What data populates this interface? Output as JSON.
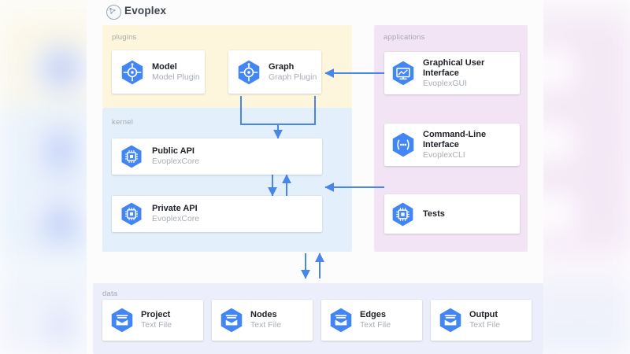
{
  "brand": {
    "name": "Evoplex",
    "logo_icon": "evoplex-node-graph-logo"
  },
  "palette": {
    "accent_blue": "#4285f4",
    "arrow_blue": "#4a86e8",
    "plugins_bg": "#fdf6dd",
    "kernel_bg": "#e3f0fb",
    "applications_bg": "#f2e4f5",
    "data_bg": "#eceffb",
    "card_bg": "#ffffff",
    "title_text": "#20232a",
    "subtitle_text": "#a9aeb6",
    "region_label_text": "#a6a9ad"
  },
  "regions": {
    "plugins": {
      "label": "plugins",
      "cards": [
        {
          "title": "Model",
          "subtitle": "Model Plugin",
          "icon": "compass-target-icon",
          "stacked": true
        },
        {
          "title": "Graph",
          "subtitle": "Graph Plugin",
          "icon": "compass-target-icon",
          "stacked": true
        }
      ]
    },
    "kernel": {
      "label": "kernel",
      "cards": [
        {
          "title": "Public API",
          "subtitle": "EvoplexCore",
          "icon": "cpu-chip-icon",
          "stacked": false
        },
        {
          "title": "Private API",
          "subtitle": "EvoplexCore",
          "icon": "cpu-chip-icon",
          "stacked": false
        }
      ]
    },
    "applications": {
      "label": "applications",
      "cards": [
        {
          "title": "Graphical User Interface",
          "subtitle": "EvoplexGUI",
          "icon": "monitor-chart-icon",
          "stacked": false
        },
        {
          "title": "Command-Line Interface",
          "subtitle": "EvoplexCLI",
          "icon": "terminal-dots-icon",
          "stacked": false
        },
        {
          "title": "Tests",
          "subtitle": "",
          "icon": "cpu-chip-icon",
          "stacked": true
        }
      ]
    },
    "data": {
      "label": "data",
      "cards": [
        {
          "title": "Project",
          "subtitle": "Text File",
          "icon": "file-archive-icon",
          "stacked": false
        },
        {
          "title": "Nodes",
          "subtitle": "Text File",
          "icon": "file-archive-icon",
          "stacked": false
        },
        {
          "title": "Edges",
          "subtitle": "Text File",
          "icon": "file-archive-icon",
          "stacked": false
        },
        {
          "title": "Output",
          "subtitle": "Text File",
          "icon": "file-archive-icon",
          "stacked": false
        }
      ]
    }
  },
  "connections": [
    {
      "name": "graph-to-model",
      "from": "Graph",
      "to": "Model",
      "direction": "left"
    },
    {
      "name": "applications-to-plugins",
      "from": "applications",
      "to": "Graph",
      "direction": "left"
    },
    {
      "name": "plugins-to-public-api",
      "from": "plugins",
      "to": "Public API",
      "direction": "down"
    },
    {
      "name": "public-to-private-api",
      "from": "Public API",
      "to": "Private API",
      "direction": "down"
    },
    {
      "name": "private-to-public-api",
      "from": "Private API",
      "to": "Public API",
      "direction": "up"
    },
    {
      "name": "applications-to-kernel",
      "from": "applications",
      "to": "Private API",
      "direction": "left"
    },
    {
      "name": "kernel-to-data",
      "from": "kernel",
      "to": "data",
      "direction": "down"
    },
    {
      "name": "data-to-kernel",
      "from": "data",
      "to": "kernel",
      "direction": "up"
    }
  ]
}
